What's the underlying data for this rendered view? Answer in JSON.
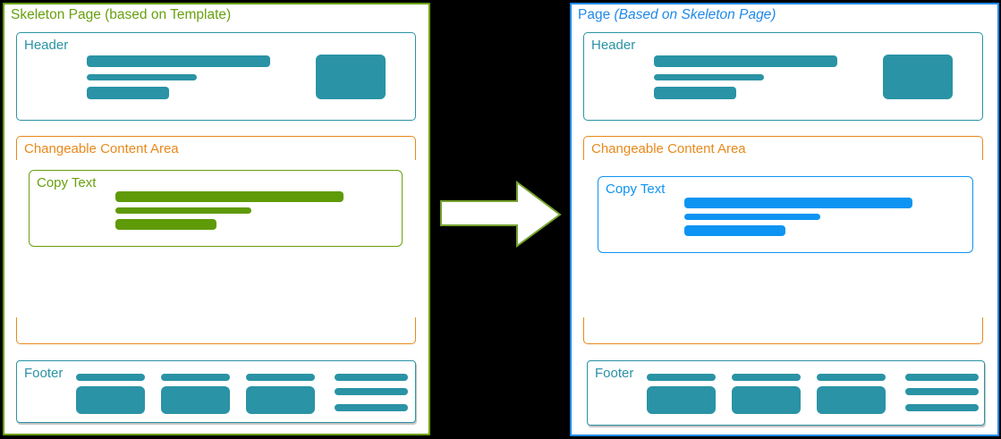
{
  "colors": {
    "background": "#000000",
    "panel_bg": "#ffffff",
    "teal": "#2a93a5",
    "green": "#68a00e",
    "green_bar": "#5f9a08",
    "orange": "#e8891b",
    "blue_panel": "#2189e8",
    "blue_bright": "#0d94f2",
    "arrow_fill": "#ffffff",
    "arrow_stroke": "#76a32e"
  },
  "left_panel": {
    "title": "Skeleton Page (based on Template)",
    "title_italic": "",
    "header": {
      "label": "Header"
    },
    "content_area": {
      "label": "Changeable Content Area"
    },
    "copy": {
      "label": "Copy Text"
    },
    "footer": {
      "label": "Footer"
    }
  },
  "right_panel": {
    "title": "Page ",
    "title_italic": "(Based on Skeleton Page)",
    "header": {
      "label": "Header"
    },
    "content_area": {
      "label": "Changeable Content Area"
    },
    "copy": {
      "label": "Copy Text"
    },
    "footer": {
      "label": "Footer"
    }
  },
  "arrow": {
    "name": "right-arrow"
  }
}
